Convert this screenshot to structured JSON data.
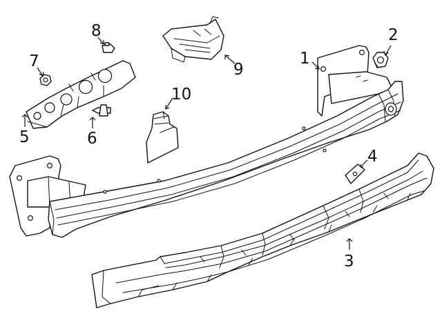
{
  "callouts": [
    {
      "id": "c1",
      "label": "1",
      "part": "bumper reinforcement beam"
    },
    {
      "id": "c2",
      "label": "2",
      "part": "nut"
    },
    {
      "id": "c3",
      "label": "3",
      "part": "energy absorber"
    },
    {
      "id": "c4",
      "label": "4",
      "part": "clip"
    },
    {
      "id": "c5",
      "label": "5",
      "part": "bracket"
    },
    {
      "id": "c6",
      "label": "6",
      "part": "bolt"
    },
    {
      "id": "c7",
      "label": "7",
      "part": "nut"
    },
    {
      "id": "c8",
      "label": "8",
      "part": "push pin"
    },
    {
      "id": "c9",
      "label": "9",
      "part": "bracket"
    },
    {
      "id": "c10",
      "label": "10",
      "part": "bracket"
    }
  ]
}
